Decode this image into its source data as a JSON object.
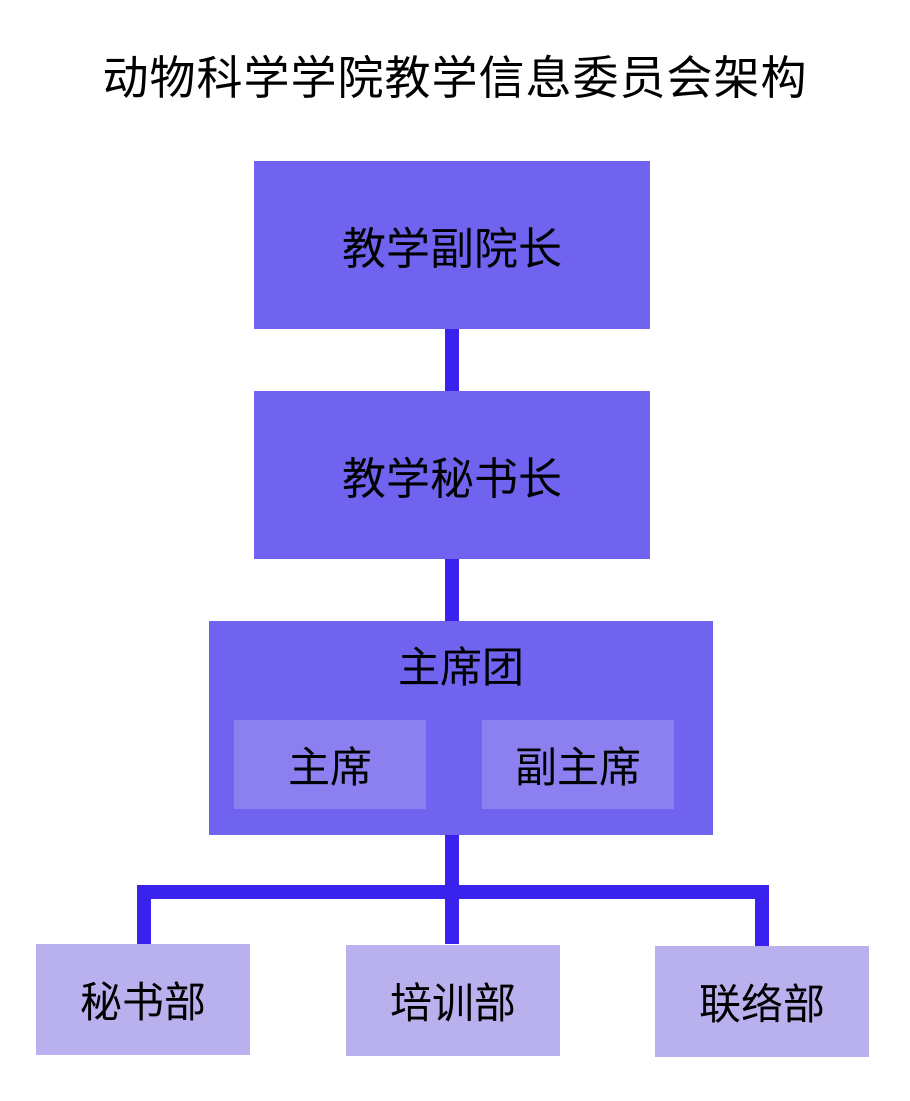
{
  "title": "动物科学学院教学信息委员会架构",
  "nodes": {
    "vice_dean": "教学副院长",
    "secretary_general": "教学秘书长",
    "presidium": {
      "label": "主席团",
      "chair": "主席",
      "vice_chair": "副主席"
    },
    "departments": [
      "秘书部",
      "培训部",
      "联络部"
    ]
  },
  "colors": {
    "primary_box": "#6f63ef",
    "inner_box": "#8c80f1",
    "dept_box": "#b9b1ee",
    "connector": "#3a22ee"
  }
}
